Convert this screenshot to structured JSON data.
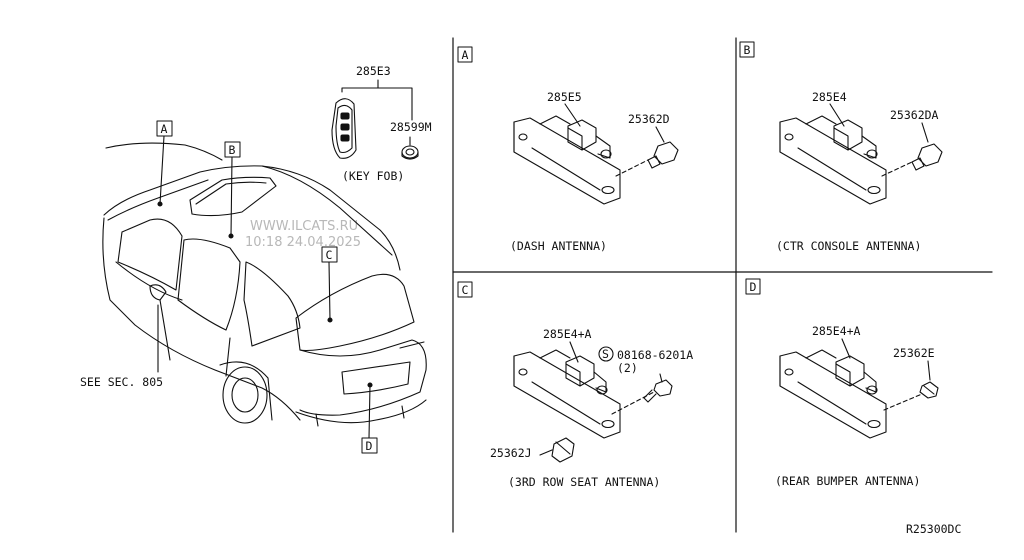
{
  "diagram": {
    "main": {
      "callouts": {
        "a": "A",
        "b": "B",
        "c": "C",
        "d": "D"
      },
      "key_fob_part": "285E3",
      "key_fob_ring_part": "28599M",
      "key_fob_caption": "(KEY FOB)",
      "see_section": "SEE SEC. 805"
    },
    "watermark": {
      "line1": "WWW.ILCATS.RU",
      "line2": "10:18 24.04.2025"
    },
    "panels": {
      "a": {
        "tag": "A",
        "bracket_part": "285E5",
        "screw_part": "25362D",
        "caption": "(DASH ANTENNA)"
      },
      "b": {
        "tag": "B",
        "bracket_part": "285E4",
        "screw_part": "25362DA",
        "caption": "(CTR CONSOLE ANTENNA)"
      },
      "c": {
        "tag": "C",
        "bracket_part": "285E4+A",
        "screw_symbol": "S",
        "screw_part": "08168-6201A",
        "screw_qty": "(2)",
        "clip_part": "25362J",
        "caption": "(3RD ROW SEAT ANTENNA)"
      },
      "d": {
        "tag": "D",
        "bracket_part": "285E4+A",
        "clip_part": "25362E",
        "caption": "(REAR BUMPER ANTENNA)"
      }
    },
    "ref_code": "R25300DC"
  }
}
